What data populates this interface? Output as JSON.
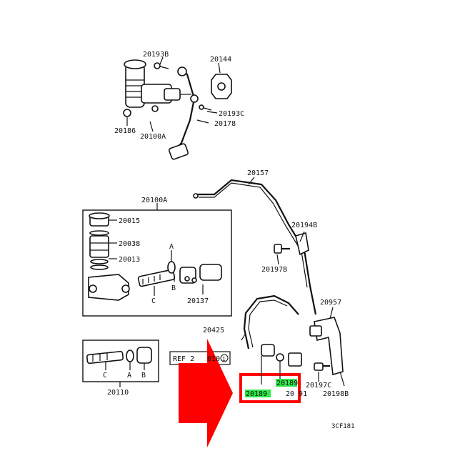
{
  "labels": {
    "p20193B": "20193B",
    "p20144": "20144",
    "p20193C": "20193C",
    "p20178": "20178",
    "p20186": "20186",
    "p20100A_top": "20100A",
    "p20157": "20157",
    "p20100A_box": "20100A",
    "p20015": "20015",
    "p20038": "20038",
    "p20013": "20013",
    "a_box": "A",
    "b_box": "B",
    "c_box": "C",
    "p20137": "20137",
    "p20194B": "20194B",
    "p20197B": "20197B",
    "p20957": "20957",
    "p20425": "20425",
    "ref": "REF 2",
    "ref_tail": "010",
    "ref_circle": "1",
    "c_small": "C",
    "a_small": "A",
    "b_small": "B",
    "p20110": "20110",
    "p20189_a": "20189",
    "p20189_b": "20189",
    "p20191": "20 91",
    "p20197C": "20197C",
    "p20198B": "20198B",
    "code": "3CF181"
  },
  "colors": {
    "arrow": "#ff0000",
    "highlight_box": "#ff0000",
    "text_highlight": "#2ee84a"
  }
}
